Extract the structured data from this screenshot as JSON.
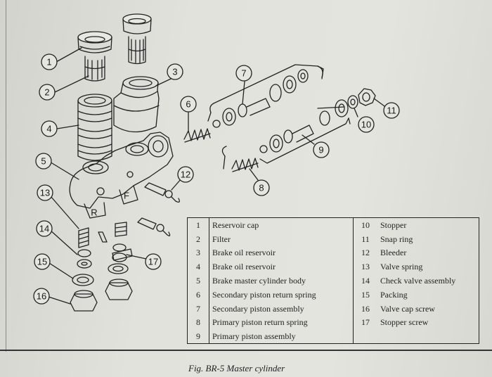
{
  "caption": "Fig. BR-5  Master cylinder",
  "callouts": [
    "1",
    "2",
    "3",
    "4",
    "5",
    "6",
    "7",
    "8",
    "9",
    "10",
    "11",
    "12",
    "13",
    "14",
    "15",
    "16",
    "17"
  ],
  "body_marks": [
    "R",
    "F"
  ],
  "parts": [
    {
      "no": "1",
      "name": "Reservoir cap"
    },
    {
      "no": "2",
      "name": "Filter"
    },
    {
      "no": "3",
      "name": "Brake oil reservoir"
    },
    {
      "no": "4",
      "name": "Brake oil reservoir"
    },
    {
      "no": "5",
      "name": "Brake master cylinder body"
    },
    {
      "no": "6",
      "name": "Secondary piston return spring"
    },
    {
      "no": "7",
      "name": "Secondary piston assembly"
    },
    {
      "no": "8",
      "name": "Primary piston return spring"
    },
    {
      "no": "9",
      "name": "Primary piston assembly"
    },
    {
      "no": "10",
      "name": "Stopper"
    },
    {
      "no": "11",
      "name": "Snap ring"
    },
    {
      "no": "12",
      "name": "Bleeder"
    },
    {
      "no": "13",
      "name": "Valve spring"
    },
    {
      "no": "14",
      "name": "Check valve assembly"
    },
    {
      "no": "15",
      "name": "Packing"
    },
    {
      "no": "16",
      "name": "Valve cap screw"
    },
    {
      "no": "17",
      "name": "Stopper screw"
    }
  ]
}
